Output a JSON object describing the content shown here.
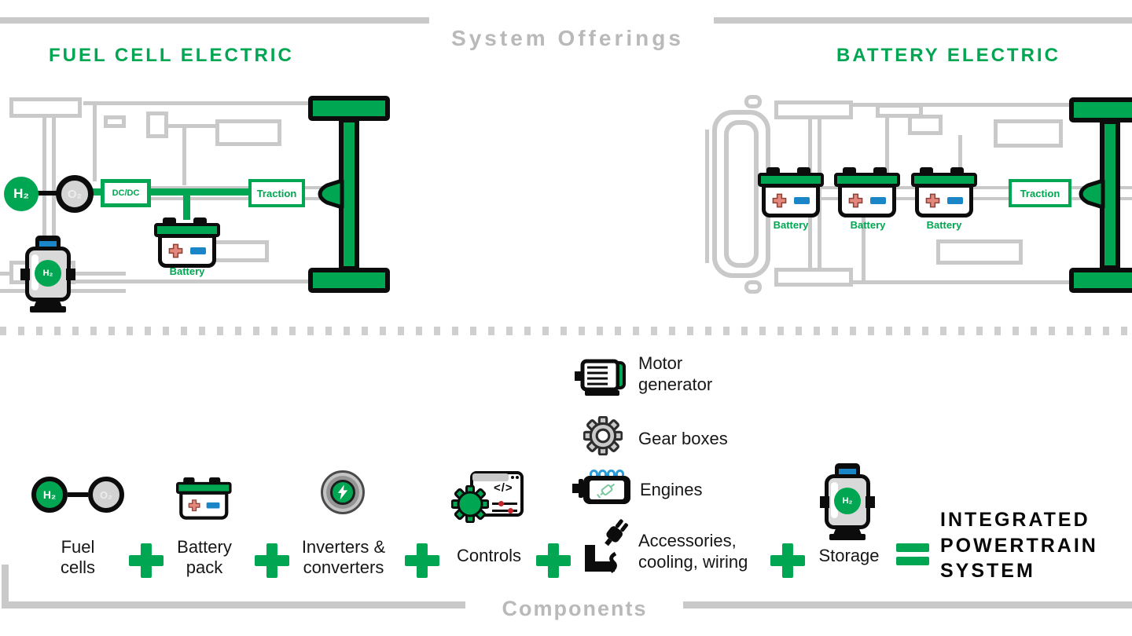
{
  "colors": {
    "accent_green": "#00a651",
    "chassis_gray": "#c9c9c9",
    "heading_gray": "#b9b9b9",
    "terminal_red": "#e4887e",
    "terminal_blue": "#1a86c8",
    "outline_black": "#0c0c0c"
  },
  "icons": {
    "plus-icon": "green cross shape",
    "equals-icon": "green double bar",
    "lightning-icon": "white bolt",
    "gear-icon": "gear",
    "differential-icon": "axle differential wedge"
  },
  "header": {
    "title": "System Offerings",
    "fuel_cell_title": "FUEL CELL ELECTRIC",
    "battery_title": "BATTERY ELECTRIC"
  },
  "fuel_cell_diagram": {
    "h2": "H₂",
    "o2": "O₂",
    "dcdc": "DC/DC",
    "traction": "Traction",
    "battery_label": "Battery",
    "tank_h2": "H₂"
  },
  "battery_diagram": {
    "batteries": [
      "Battery",
      "Battery",
      "Battery"
    ],
    "traction": "Traction"
  },
  "components": {
    "section_label": "Components",
    "fuel_cells": {
      "h2": "H₂",
      "o2": "O₂",
      "label": "Fuel\ncells"
    },
    "battery_pack": {
      "label": "Battery\npack"
    },
    "inverters": {
      "label": "Inverters &\nconverters"
    },
    "controls": {
      "label": "Controls",
      "code": "</>"
    },
    "motor_generator": {
      "label": "Motor\ngenerator"
    },
    "gear_boxes": {
      "label": "Gear boxes"
    },
    "engines": {
      "label": "Engines"
    },
    "accessories": {
      "label": "Accessories,\ncooling, wiring"
    },
    "storage": {
      "label": "Storage",
      "tank_h2": "H₂"
    },
    "result": {
      "label": "INTEGRATED\nPOWERTRAIN\nSYSTEM"
    }
  }
}
